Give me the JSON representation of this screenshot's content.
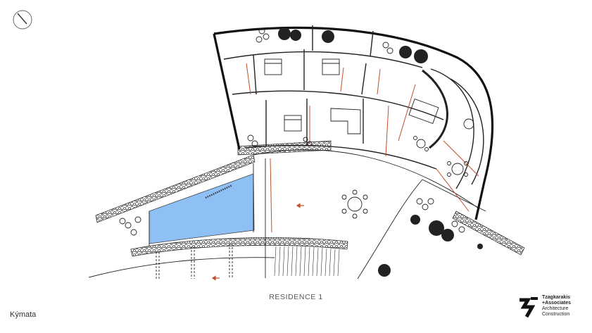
{
  "caption": "RESIDENCE 1",
  "project_name": "Kýmata",
  "logo": {
    "firm_line1": "Tzagkarakis",
    "firm_line2": "+Associates",
    "service_line1": "Architecture",
    "service_line2": "Construction"
  },
  "colors": {
    "wall": "#111111",
    "pool": "#8ec0f5",
    "accent_line": "#c0502a",
    "stone": "#555555"
  }
}
